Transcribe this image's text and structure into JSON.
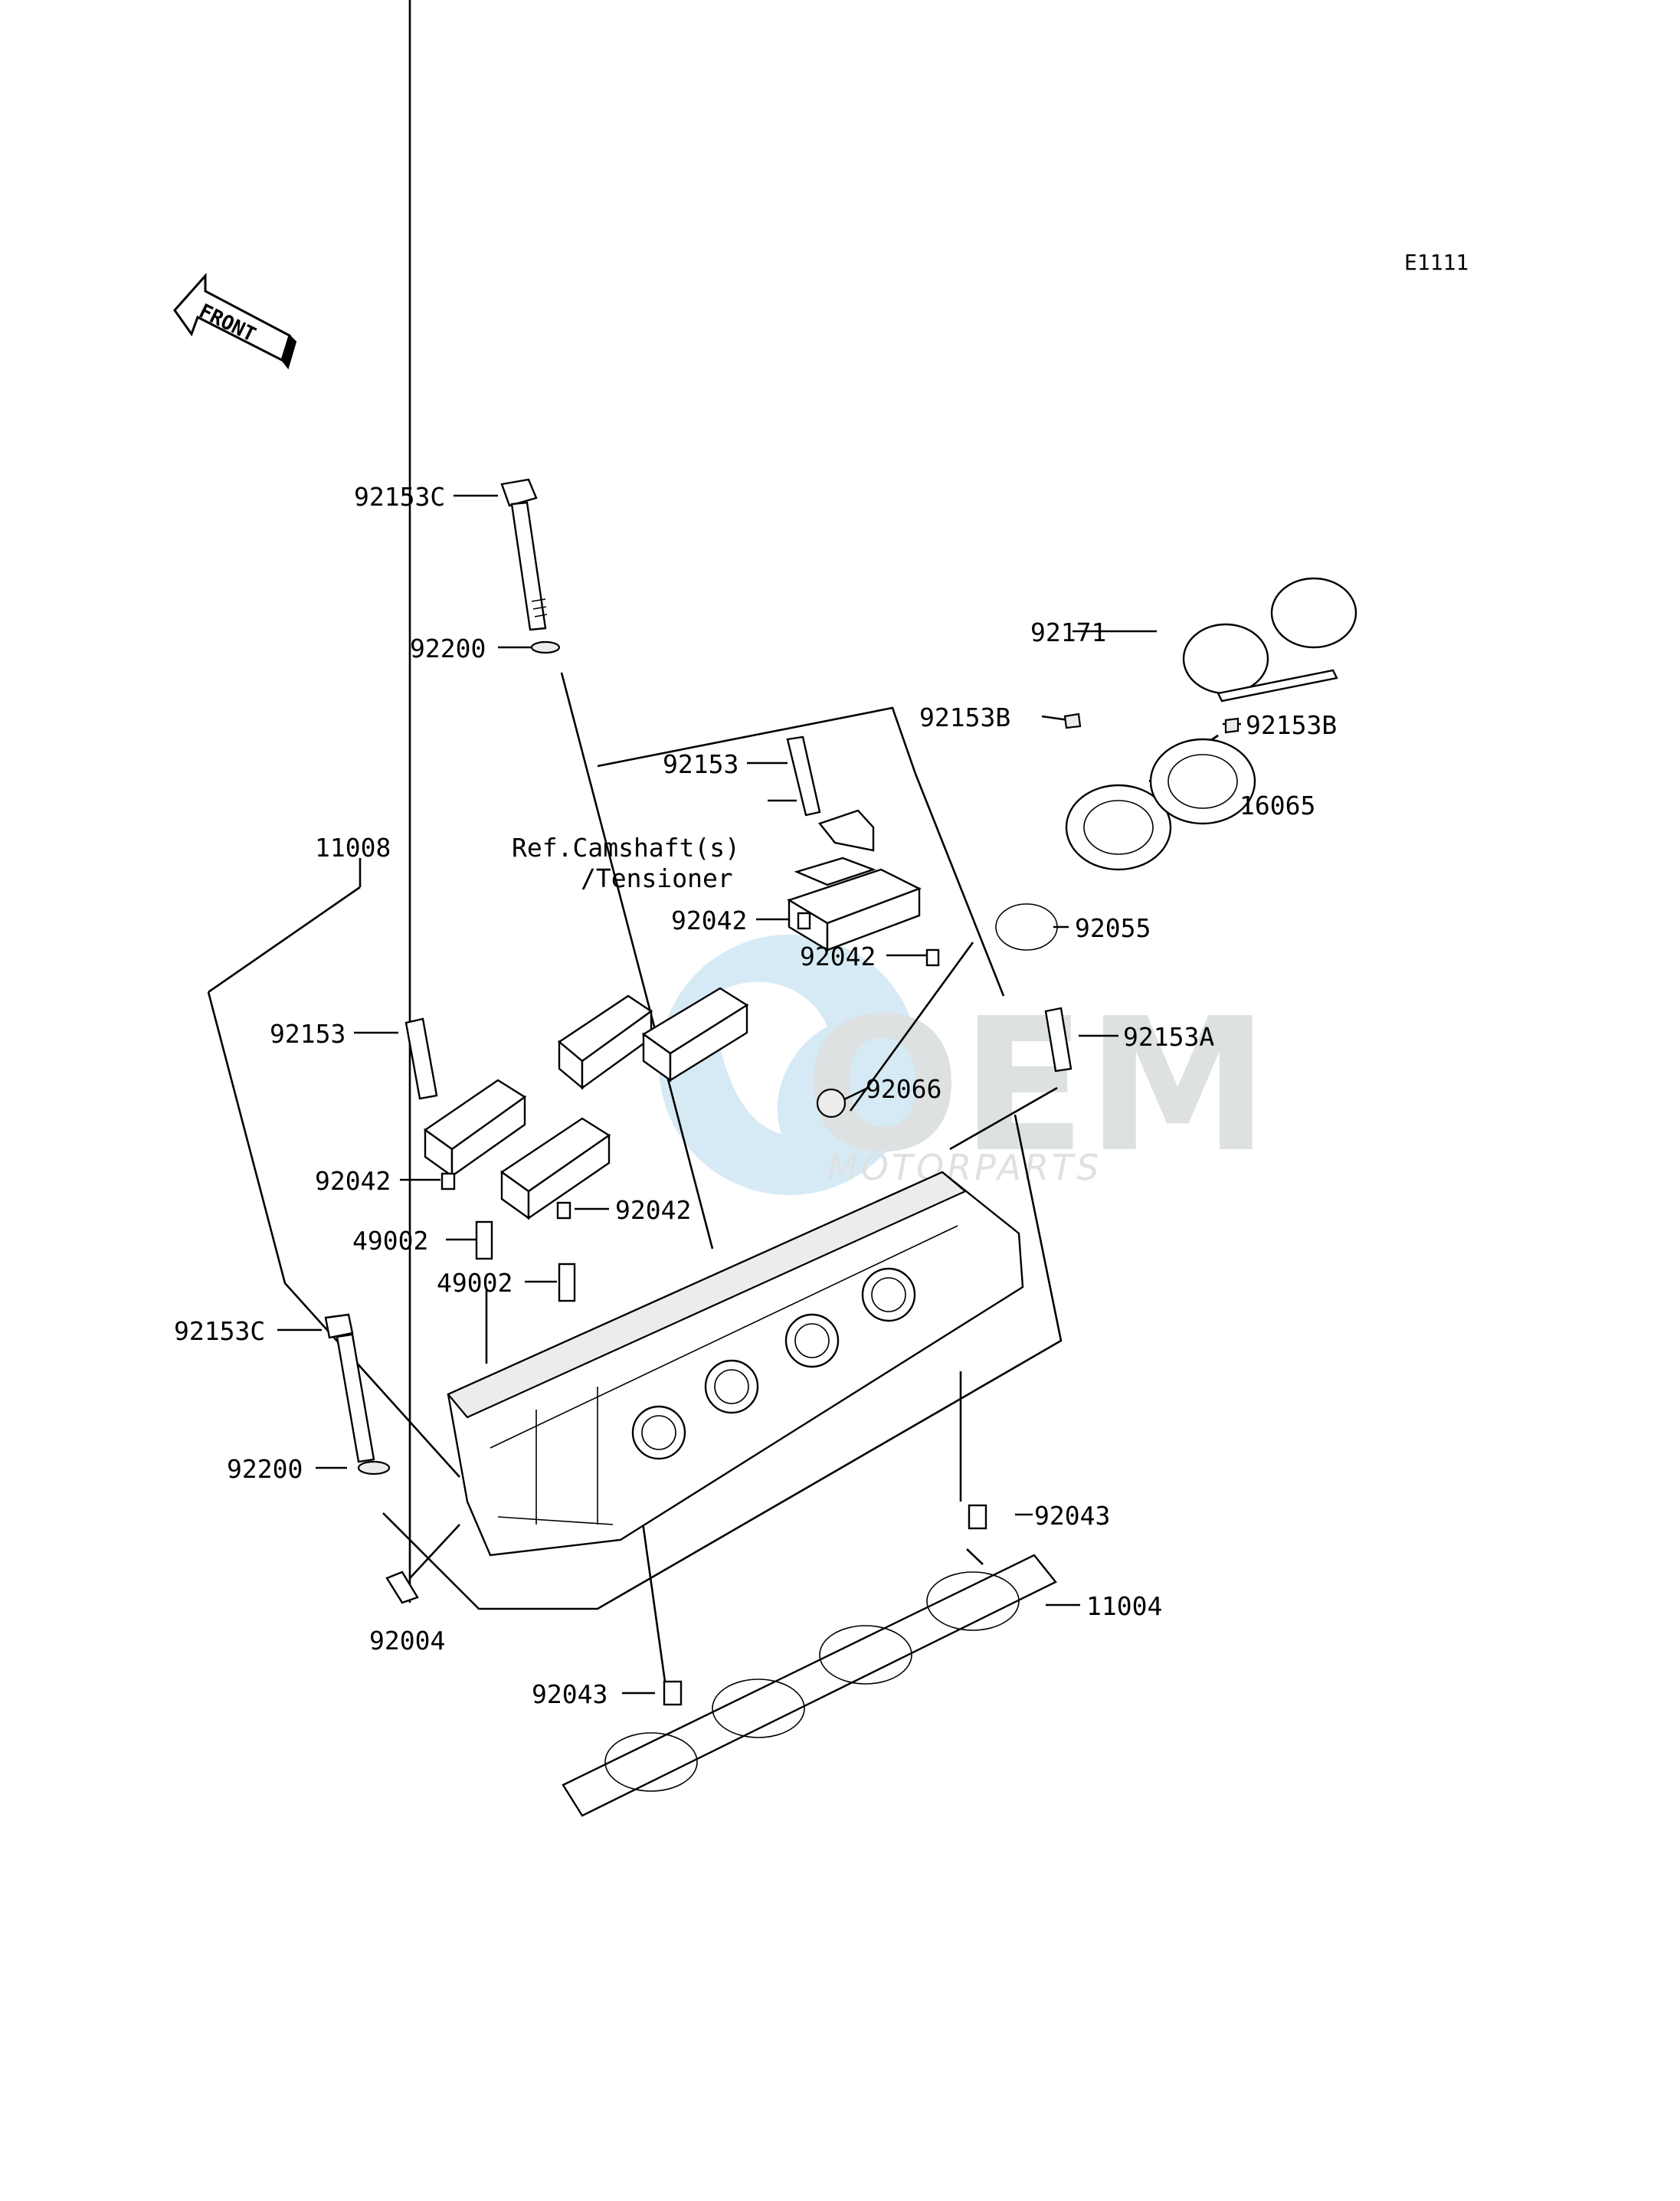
{
  "diagram_code": "E1111",
  "front_marker": "FRONT",
  "watermark": {
    "brand": "OEM",
    "sub": "MOTORPARTS",
    "color": "#4aa3d6"
  },
  "labels": {
    "p92153C_top": "92153C",
    "p92200_top": "92200",
    "p11008": "11008",
    "p92153_top": "92153",
    "ref_line1": "Ref.Camshaft(s)",
    "ref_line2": "/Tensioner",
    "p92042_a": "92042",
    "p92042_b": "92042",
    "p92153_left": "92153",
    "p92042_c": "92042",
    "p92042_d": "92042",
    "p49002_a": "49002",
    "p49002_b": "49002",
    "p92153C_left": "92153C",
    "p92200_left": "92200",
    "p92004": "92004",
    "p92043_right": "92043",
    "p11004": "11004",
    "p92043_left": "92043",
    "p92171": "92171",
    "p92153B_left": "92153B",
    "p92153B_right": "92153B",
    "p16065": "16065",
    "p92055": "92055",
    "p92153A": "92153A",
    "p92066": "92066"
  }
}
